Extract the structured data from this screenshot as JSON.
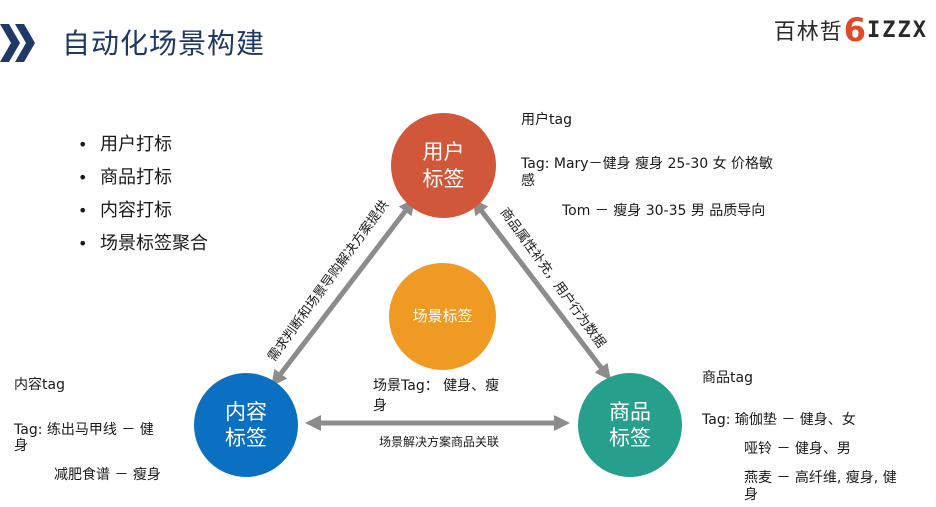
{
  "header": {
    "title": "自动化场景构建",
    "logo_cn": "百林哲",
    "logo_six": "6",
    "logo_latin": "IZZX"
  },
  "bullets": [
    "用户打标",
    "商品打标",
    "内容打标",
    "场景标签聚合"
  ],
  "nodes": {
    "user": {
      "line1": "用户",
      "line2": "标签",
      "color": "#d0573a"
    },
    "content": {
      "line1": "内容",
      "line2": "标签",
      "color": "#0b70c1"
    },
    "product": {
      "line1": "商品",
      "line2": "标签",
      "color": "#26a08c"
    },
    "scene": {
      "label": "场景标签",
      "color": "#ef9a23"
    }
  },
  "edges": {
    "content_user": "需求判断和场景导购解决方案提供",
    "user_product": "商品属性补充，用户行为数据",
    "content_product_line1": "场景Tag：  健身、瘦",
    "content_product_line2": "身",
    "content_product_caption": "场景解决方案商品关联"
  },
  "user_tag": {
    "heading": "用户tag",
    "line1": "Tag:   Mary－健身   瘦身   25-30   女  价格敏",
    "line2": "感",
    "line3": "Tom  －   瘦身  30-35  男  品质导向"
  },
  "content_tag": {
    "heading": "内容tag",
    "line1": "Tag:    练出马甲线  －  健",
    "line2": "身",
    "line3": "减肥食谱  －  瘦身"
  },
  "product_tag": {
    "heading": "商品tag",
    "line1": "Tag:  瑜伽垫  －  健身、女",
    "line2": "哑铃  －  健身、男",
    "line3": "燕麦  －  高纤维, 瘦身, 健",
    "line4": "身"
  },
  "colors": {
    "arrow": "#8c8c8c",
    "title": "#1f3864",
    "chevron": "#1f3864"
  }
}
